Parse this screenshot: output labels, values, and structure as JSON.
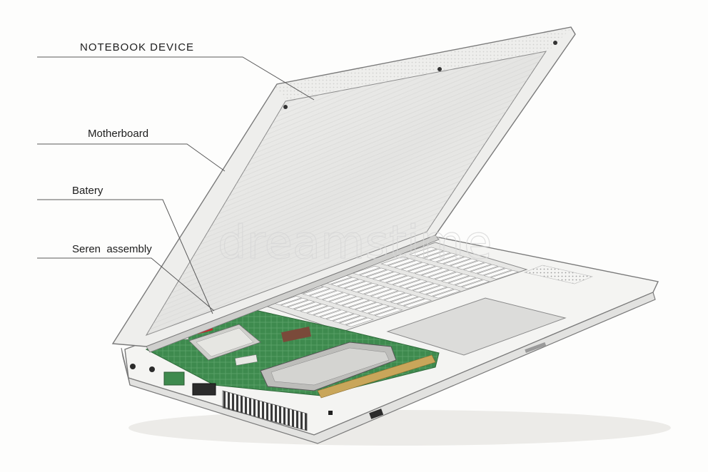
{
  "labels": {
    "notebook": "NOTEBOOK DEVICE",
    "motherboard": "Motherboard",
    "battery": "Batery",
    "screen": "Seren  assembly"
  },
  "watermark": "dreamstime",
  "colors": {
    "board_green": "#3e8a4e",
    "chassis": "#f4f4f2",
    "outline": "#7a7a7a",
    "screen_sheen": "#e9e9e7",
    "red_chip": "#c8262b"
  }
}
